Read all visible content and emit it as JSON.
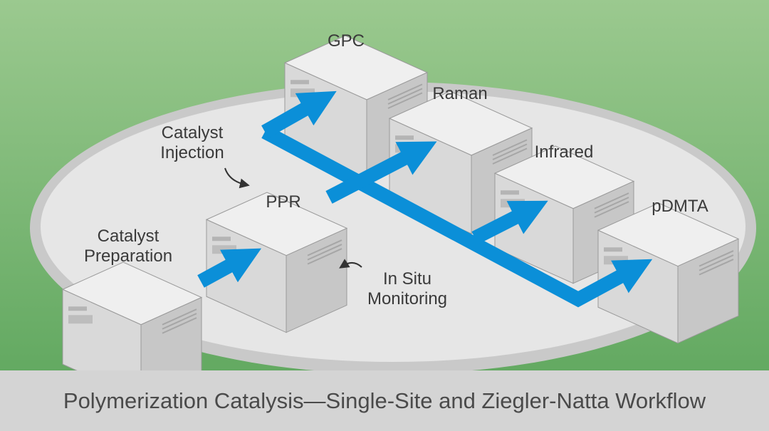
{
  "title": "Polymerization Catalysis—Single-Site and Ziegler-Natta Workflow",
  "colors": {
    "background_top": "#9bc98f",
    "background_bottom": "#5aa45a",
    "platform": "#e6e6e6",
    "platform_rim": "#c9c9c9",
    "flow_arrow": "#0b8fd8",
    "box_top": "#efefef",
    "box_left": "#d9d9d9",
    "box_right": "#c7c7c7",
    "caption_band": "#d4d4d4"
  },
  "stations": {
    "gpc": "GPC",
    "raman": "Raman",
    "infrared": "Infrared",
    "pdmta": "pDMTA",
    "ppr": "PPR",
    "catalyst_preparation": [
      "Catalyst",
      "Preparation"
    ]
  },
  "annotations": {
    "catalyst_injection": [
      "Catalyst",
      "Injection"
    ],
    "in_situ_monitoring": [
      "In Situ",
      "Monitoring"
    ]
  }
}
